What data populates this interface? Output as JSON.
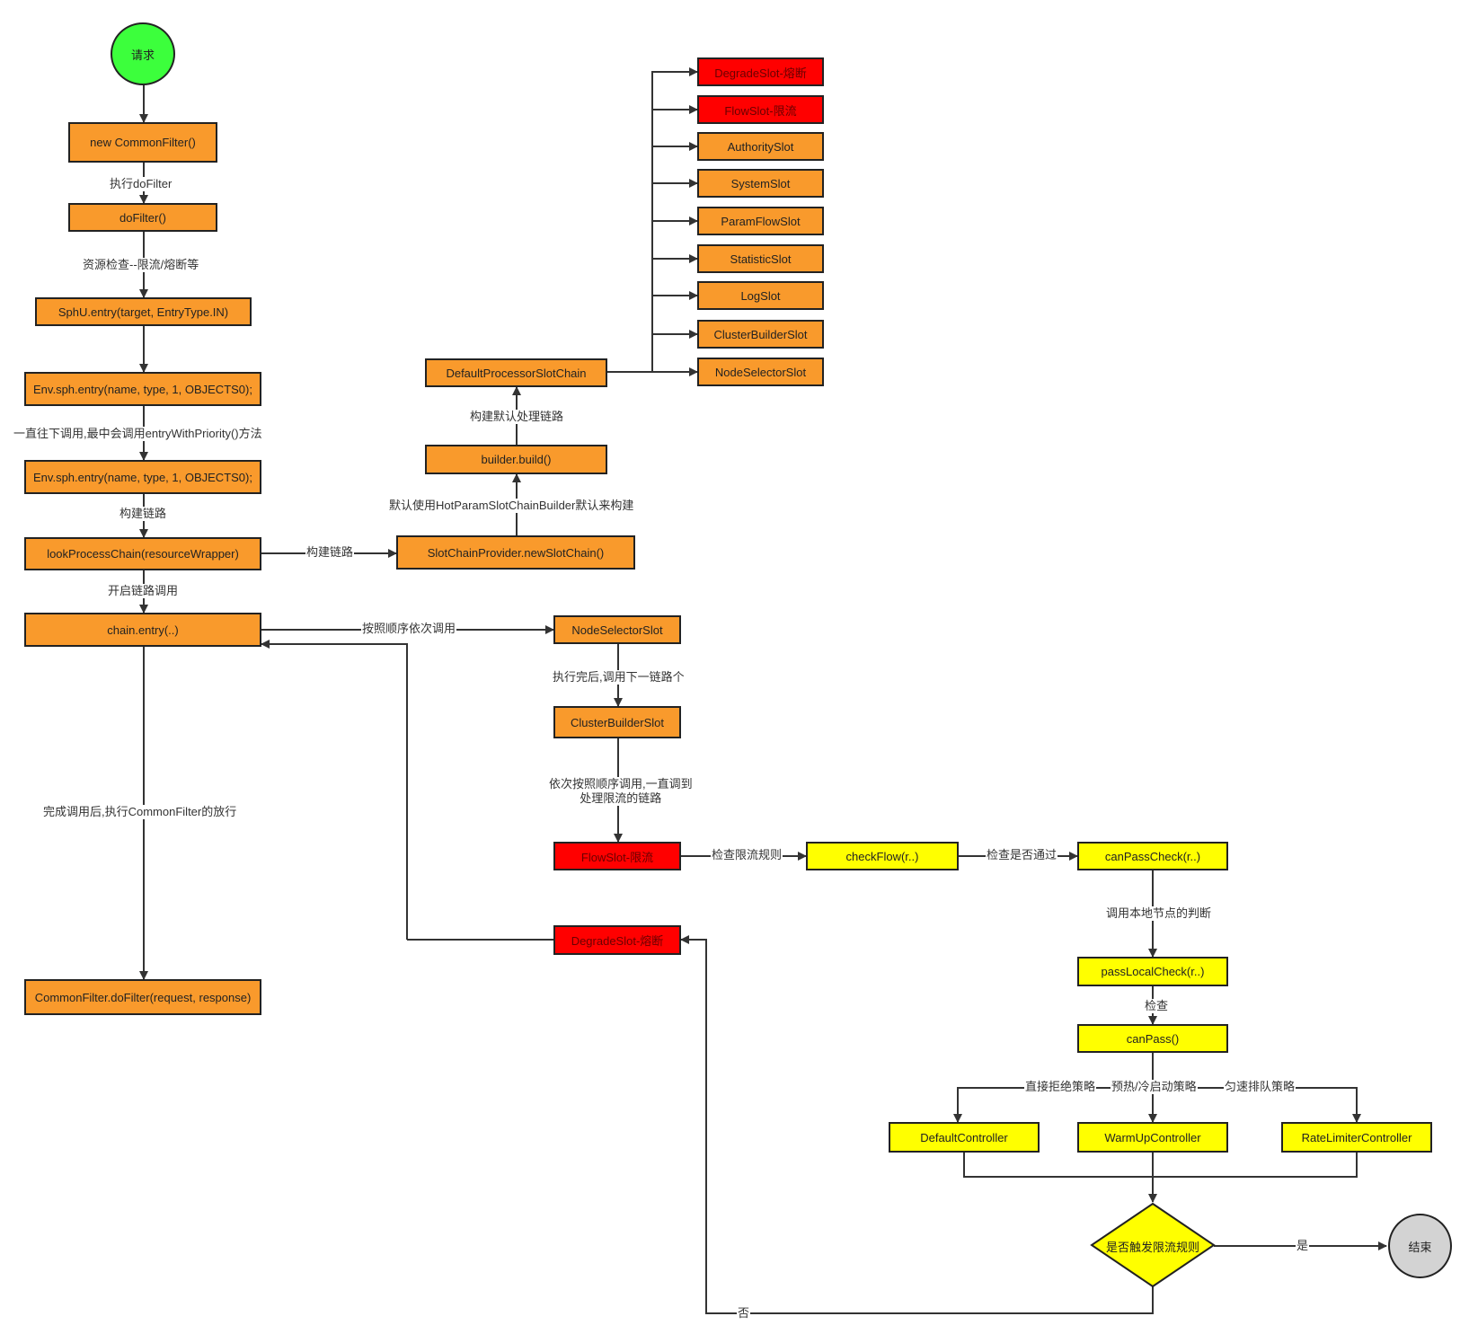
{
  "nodes": {
    "start": "请求",
    "new_common_filter": "new CommonFilter()",
    "do_filter": "doFilter()",
    "sphu_entry": "SphU.entry(target, EntryType.IN)",
    "env_sph_entry_1": "Env.sph.entry(name, type, 1, OBJECTS0);",
    "env_sph_entry_2": "Env.sph.entry(name, type, 1, OBJECTS0);",
    "look_process_chain": "lookProcessChain(resourceWrapper)",
    "chain_entry": "chain.entry(..)",
    "common_filter_do_filter": "CommonFilter.doFilter(request, response)",
    "slot_chain_provider": "SlotChainProvider.newSlotChain()",
    "builder_build": "builder.build()",
    "default_processor_slot_chain": "DefaultProcessorSlotChain",
    "slot_degrade": "DegradeSlot-熔断",
    "slot_flow": "FlowSlot-限流",
    "slot_authority": "AuthoritySlot",
    "slot_system": "SystemSlot",
    "slot_param_flow": "ParamFlowSlot",
    "slot_statistic": "StatisticSlot",
    "slot_log": "LogSlot",
    "slot_cluster_builder": "ClusterBuilderSlot",
    "slot_node_selector": "NodeSelectorSlot",
    "exec_node_selector": "NodeSelectorSlot",
    "exec_cluster_builder": "ClusterBuilderSlot",
    "exec_flow_slot": "FlowSlot-限流",
    "exec_degrade_slot": "DegradeSlot-熔断",
    "check_flow": "checkFlow(r..)",
    "can_pass_check": "canPassCheck(r..)",
    "pass_local_check": "passLocalCheck(r..)",
    "can_pass": "canPass()",
    "default_controller": "DefaultController",
    "warm_up_controller": "WarmUpController",
    "rate_limiter_controller": "RateLimiterController",
    "decision": "是否触发限流规则",
    "end": "结束"
  },
  "edge_labels": {
    "exec_do_filter": "执行doFilter",
    "resource_check": "资源检查--限流/熔断等",
    "call_down": "一直往下调用,最中会调用entryWithPriority()方法",
    "build_chain_1": "构建链路",
    "build_chain_2": "构建链路",
    "start_chain_call": "开启链路调用",
    "after_call": "完成调用后,执行CommonFilter的放行",
    "call_in_order": "按照顺序依次调用",
    "default_builder": "默认使用HotParamSlotChainBuilder默认来构建",
    "build_default_chain": "构建默认处理链路",
    "next_in_chain": "执行完后,调用下一链路个",
    "call_until_flow": "依次按照顺序调用,一直调到\n处理限流的链路",
    "check_flow_rules": "检查限流规则",
    "check_pass": "检查是否通过",
    "local_node_judge": "调用本地节点的判断",
    "check": "检查",
    "reject_strategy": "直接拒绝策略",
    "warmup_strategy": "预热/冷启动策略",
    "queue_strategy": "匀速排队策略",
    "yes": "是",
    "no": "否"
  },
  "colors": {
    "start_fill": "#3cff3c",
    "process_fill": "#f99a2c",
    "slot_fill": "#ff0000",
    "flow_check_fill": "#ffff00",
    "end_fill": "#d3d3d3",
    "line": "#333333"
  }
}
